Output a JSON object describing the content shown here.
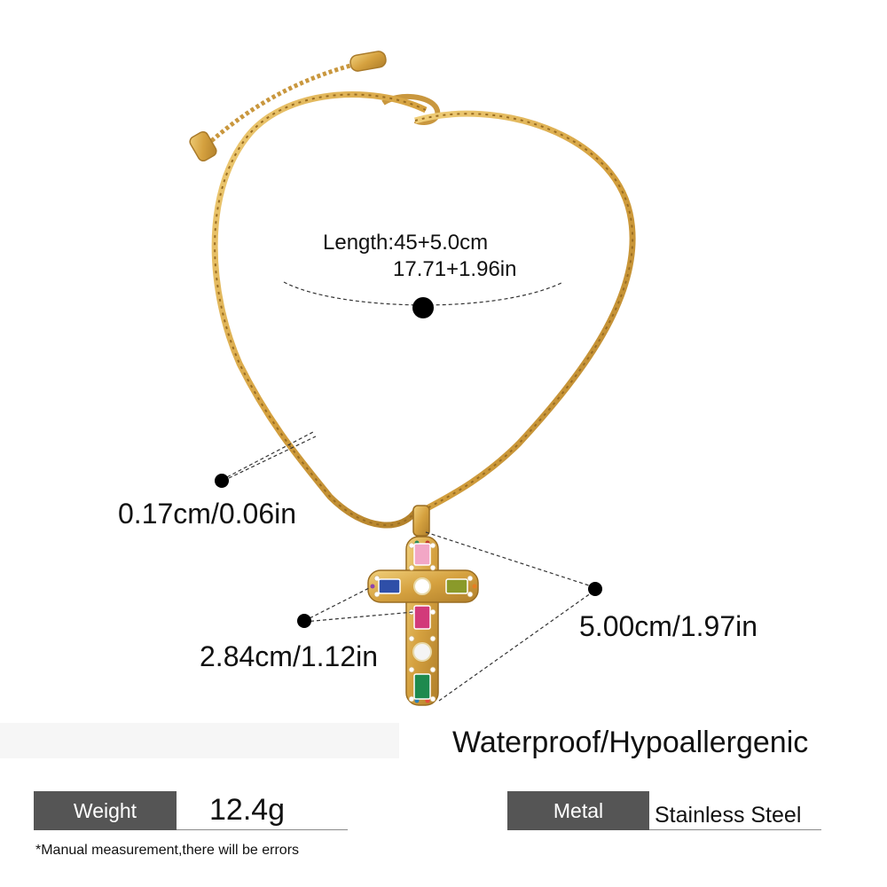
{
  "measurements": {
    "length_cm": "Length:45+5.0cm",
    "length_in": "17.71+1.96in",
    "chain_width": "0.17cm/0.06in",
    "pendant_width": "2.84cm/1.12in",
    "pendant_height": "5.00cm/1.97in"
  },
  "features": "Waterproof/Hypoallergenic",
  "specs": {
    "weight_label": "Weight",
    "weight_value": "12.4g",
    "metal_label": "Metal",
    "metal_value": "Stainless Steel"
  },
  "disclaimer": "*Manual measurement,there will be errors",
  "colors": {
    "gold": "#d9a94a",
    "label_bg": "#555555",
    "stone_pink": "#f2a7c6",
    "stone_blue": "#2f4fa8",
    "stone_olive": "#8a9a2a",
    "stone_magenta": "#d23a7a",
    "stone_green": "#1e8a4e"
  },
  "icons": {
    "necklace": "cross-pendant-necklace-image",
    "dot": "measurement-dot"
  }
}
